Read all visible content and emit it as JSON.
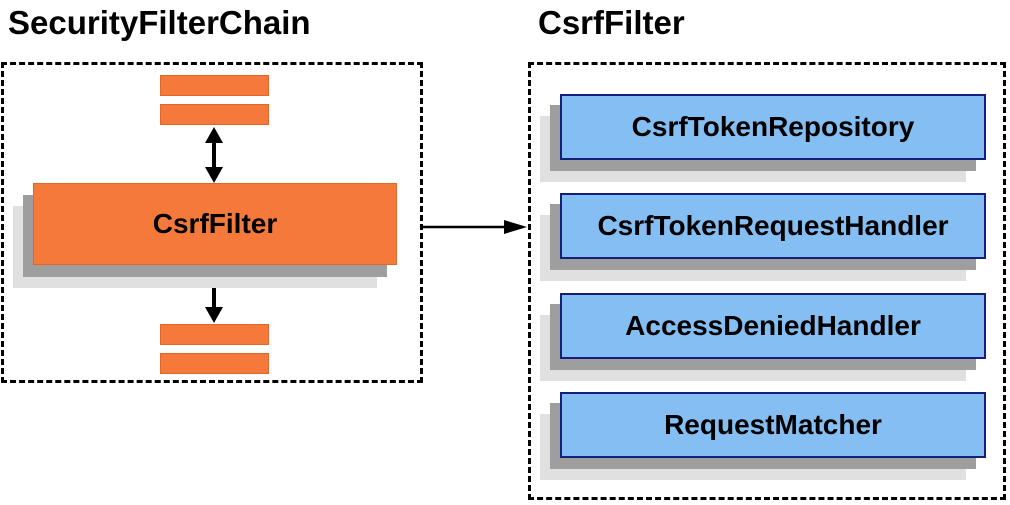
{
  "left_panel": {
    "title": "SecurityFilterChain",
    "filter_label": "CsrfFilter"
  },
  "right_panel": {
    "title": "CsrfFilter",
    "components": [
      {
        "label": "CsrfTokenRepository"
      },
      {
        "label": "CsrfTokenRequestHandler"
      },
      {
        "label": "AccessDeniedHandler"
      },
      {
        "label": "RequestMatcher"
      }
    ]
  },
  "icons": {
    "vertical_double_arrow": "double-arrow-icon",
    "flow_arrow": "right-arrow-icon"
  },
  "colors": {
    "orange_fill": "#F4793B",
    "orange_border": "#E2662A",
    "blue_fill": "#85BEF2",
    "blue_border": "#141E7C",
    "shadow_dark": "#9E9E9E",
    "shadow_light": "#E0E0E0",
    "arrow": "#000000"
  }
}
